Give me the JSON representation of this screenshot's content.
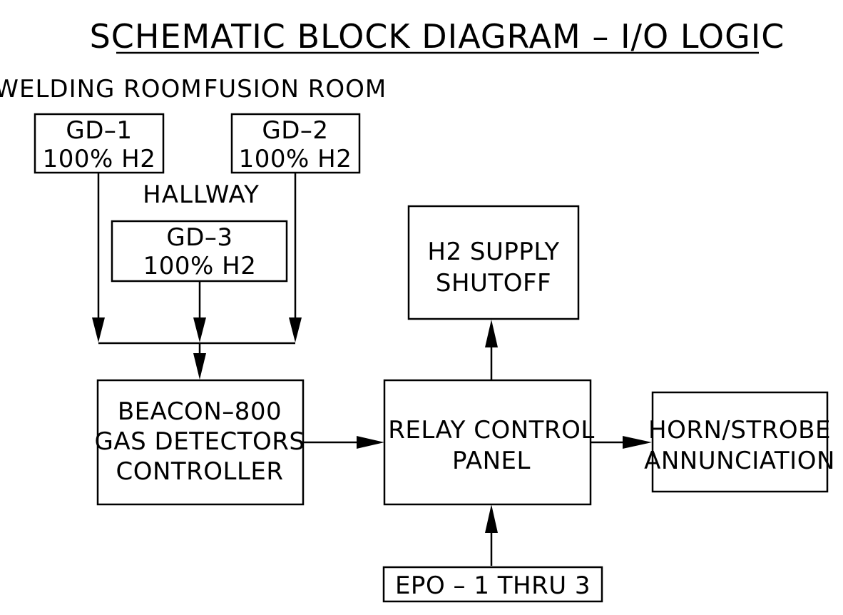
{
  "title": "SCHEMATIC BLOCK DIAGRAM – I/O LOGIC",
  "rooms": {
    "welding": "WELDING ROOM",
    "fusion": "FUSION ROOM",
    "hallway": "HALLWAY"
  },
  "detectors": {
    "gd1": {
      "name": "GD–1",
      "level": "100% H2"
    },
    "gd2": {
      "name": "GD–2",
      "level": "100% H2"
    },
    "gd3": {
      "name": "GD–3",
      "level": "100% H2"
    }
  },
  "controller": {
    "lines": [
      "BEACON–800",
      "GAS DETECTORS",
      "CONTROLLER"
    ]
  },
  "relay_panel": {
    "lines": [
      "RELAY CONTROL",
      "PANEL"
    ]
  },
  "h2_shutoff": {
    "lines": [
      "H2 SUPPLY",
      "SHUTOFF"
    ]
  },
  "horn_strobe": {
    "lines": [
      "HORN/STROBE",
      "ANNUNCIATION"
    ]
  },
  "epo": {
    "label": "EPO – 1 THRU 3"
  }
}
